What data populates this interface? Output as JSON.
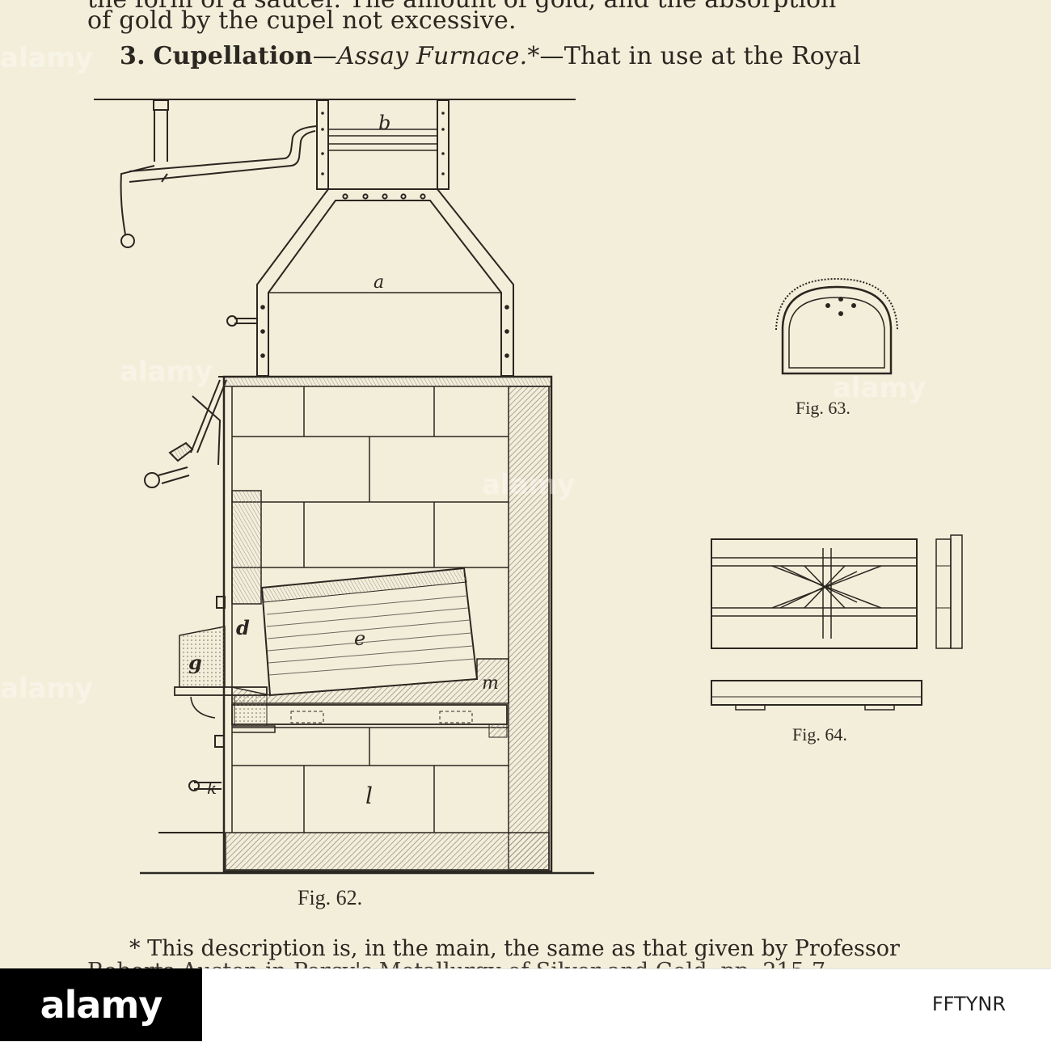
{
  "document": {
    "clipped_top_line": "the form of a saucer. The amount of gold, and the absorption",
    "line2": "of gold by the cupel not excessive.",
    "heading": {
      "number": "3.",
      "title": "Cupellation",
      "dash1": "—",
      "italic": "Assay Furnace.*",
      "dash2": "—",
      "rest": "That in use at the Royal"
    },
    "footnote": "* This description is, in the main, the same as that given by Professor",
    "footnote_clipped": "Roberts-Austen in Percy's Metallurgy of Silver and Gold, pp. 215-7."
  },
  "figures": {
    "fig62": {
      "caption": "Fig. 62.",
      "labels": {
        "a": "a",
        "b": "b",
        "d": "d",
        "e": "e",
        "g": "g",
        "k": "k",
        "l": "l",
        "m": "m"
      }
    },
    "fig63": {
      "caption": "Fig. 63."
    },
    "fig64": {
      "caption": "Fig. 64."
    }
  },
  "watermark": {
    "brand": "alamy",
    "image_id": "FFTYNR",
    "overlay_text": "alamy"
  },
  "colors": {
    "paper": "#f3eeda",
    "ink": "#2a2620",
    "hatch": "#8c877c"
  }
}
